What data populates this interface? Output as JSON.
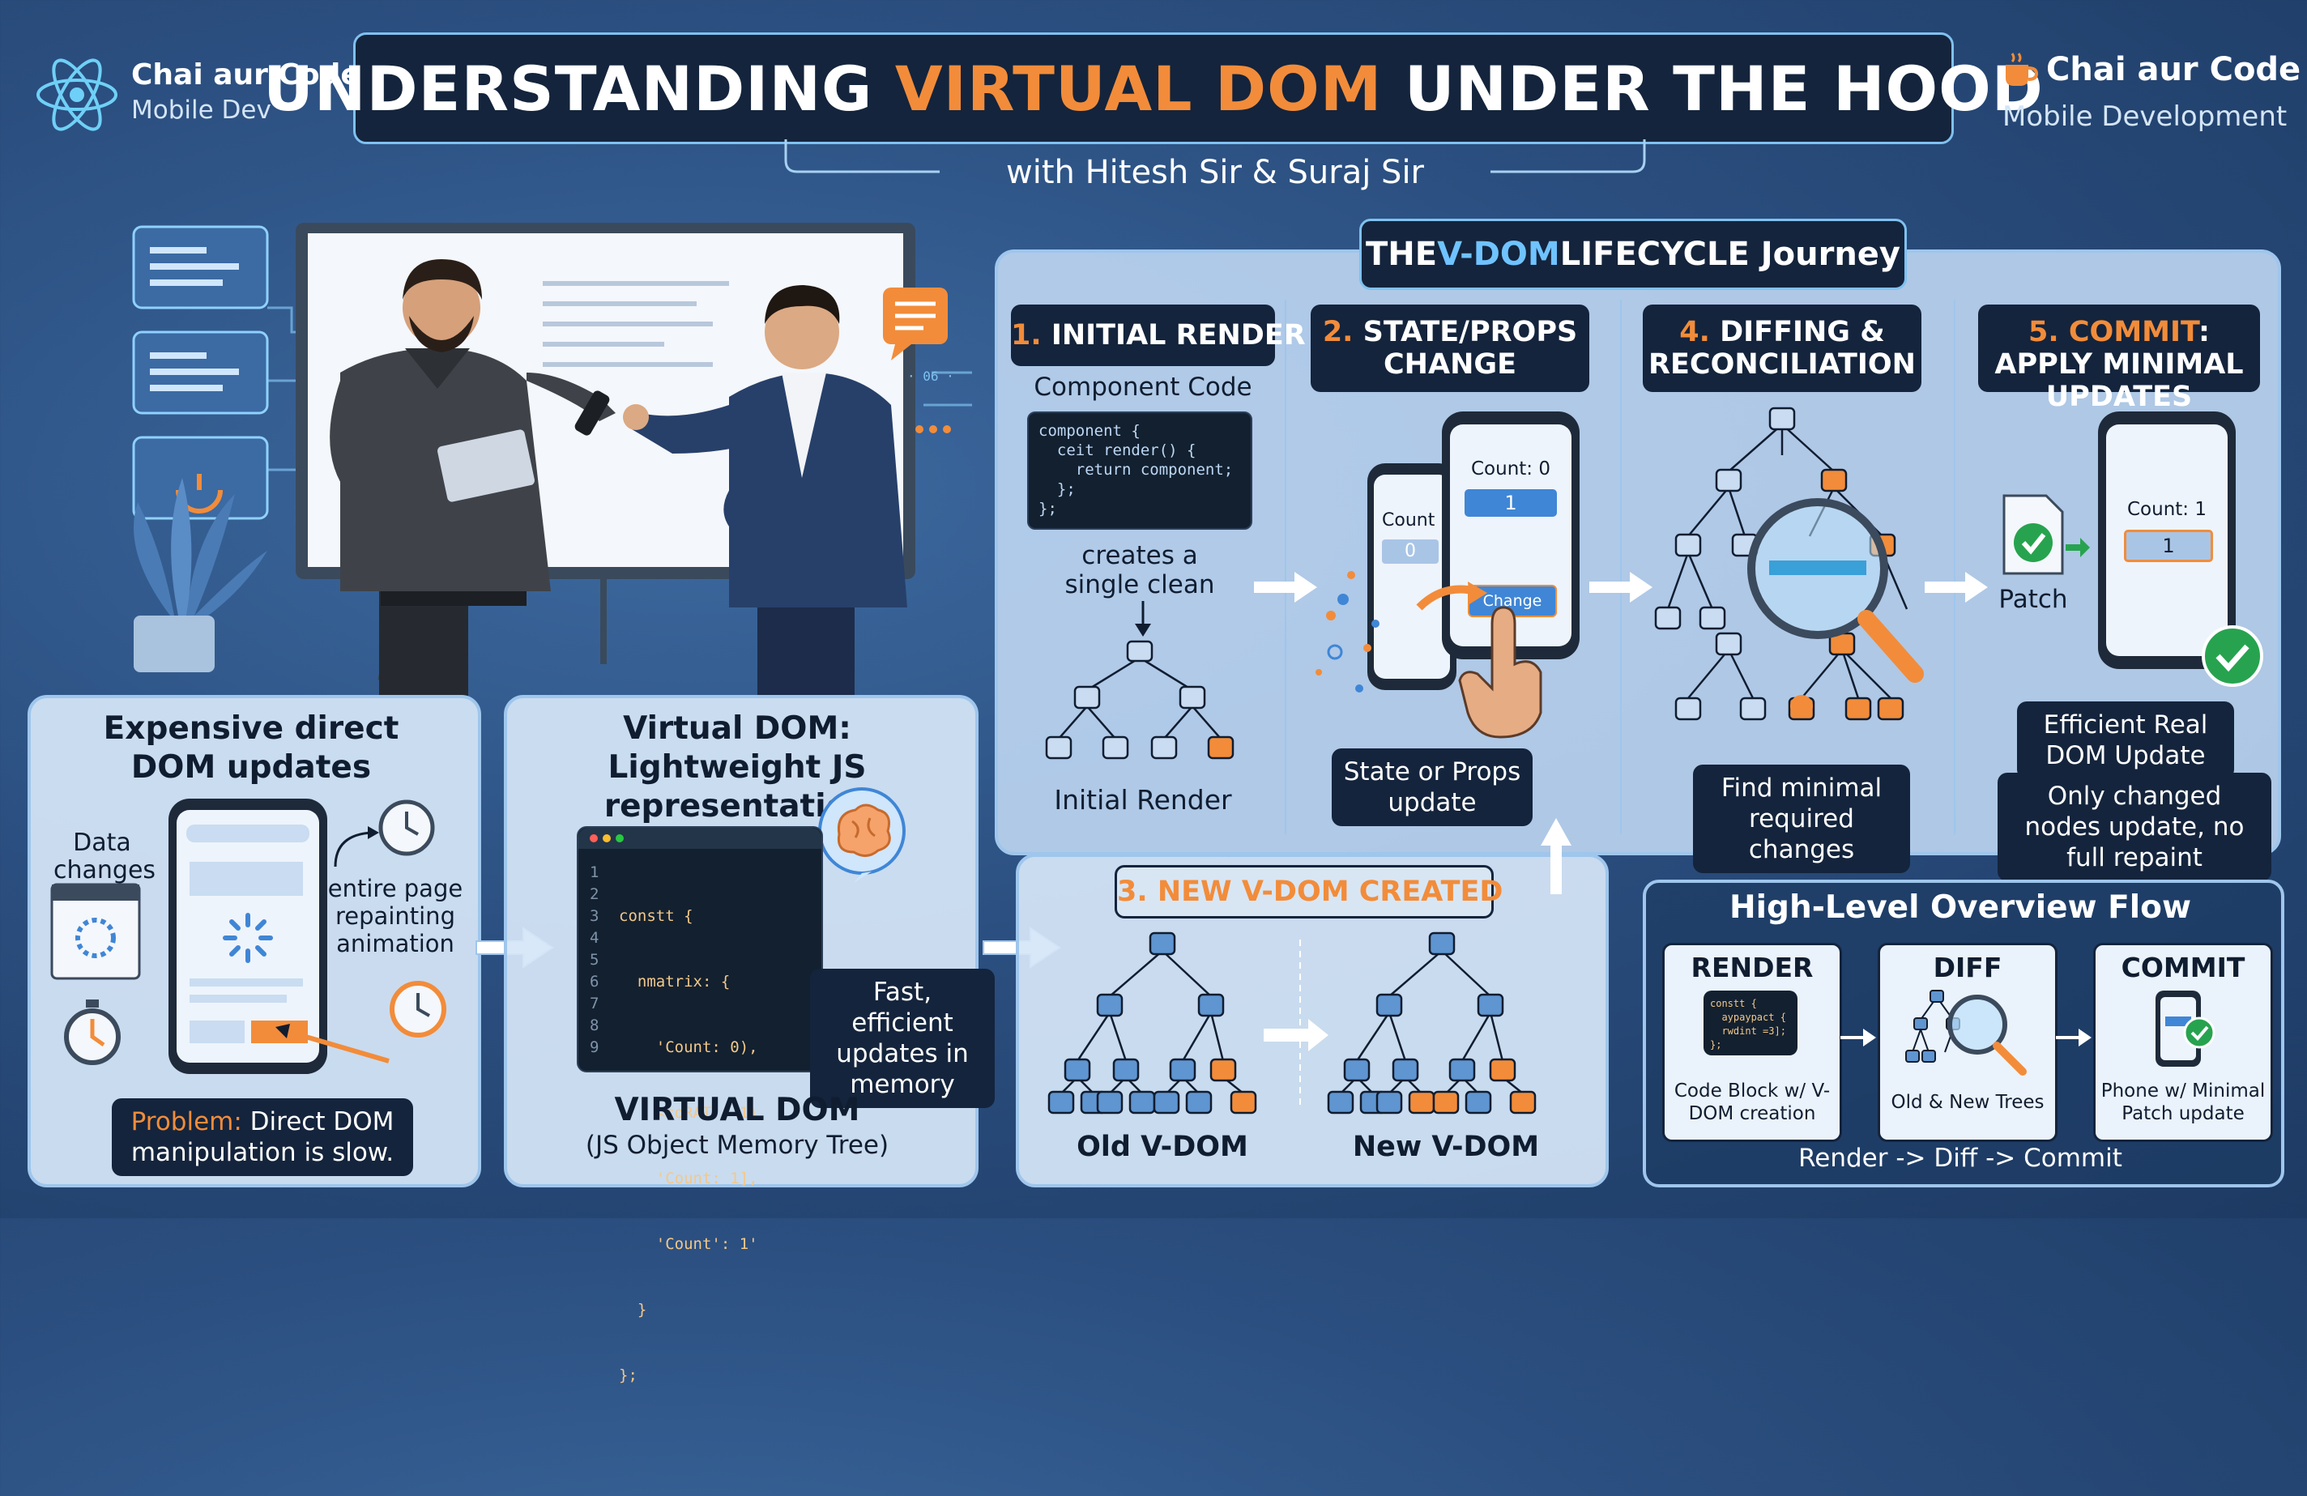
{
  "brand_left": {
    "title": "Chai aur Code",
    "subtitle": "Mobile Dev"
  },
  "brand_right": {
    "title": "Chai aur Code",
    "subtitle": "Mobile Development"
  },
  "title": {
    "part1": "UNDERSTANDING ",
    "highlight": "VIRTUAL DOM",
    "part2": " UNDER THE HOOD"
  },
  "subtitle": "with Hitesh Sir & Suraj Sir",
  "lifecycle": {
    "heading_pre": "THE ",
    "heading_hl": "V-DOM",
    "heading_post": " LIFECYCLE Journey",
    "step1": {
      "num": "1.",
      "label": "INITIAL RENDER",
      "code_label": "Component Code",
      "code": "component {\n  ceit render() {\n    return component;\n  };\n};",
      "caption": "creates a single clean",
      "bottom": "Initial Render"
    },
    "step2": {
      "num": "2.",
      "label": "STATE/PROPS CHANGE",
      "count_label": "Count: 0",
      "count_value": "1",
      "back_label": "Count",
      "back_value": "0",
      "button": "Change",
      "caption": "State or Props update"
    },
    "step4": {
      "num": "4.",
      "label": "DIFFING & RECONCILIATION",
      "caption": "Find minimal required changes"
    },
    "step5": {
      "num": "5.",
      "label": "COMMIT",
      "label_rest": ": APPLY MINIMAL UPDATES",
      "patch": "Patch",
      "count_label": "Count: 1",
      "count_value": "1",
      "caption1": "Efficient Real DOM Update",
      "caption2": "Only changed nodes update, no full repaint"
    }
  },
  "expensive": {
    "title": "Expensive direct DOM updates",
    "data_changes": "Data changes",
    "repaint": "entire page repainting animation",
    "problem_hl": "Problem:",
    "problem": " Direct DOM manipulation is slow."
  },
  "virtual": {
    "title": "Virtual DOM: Lightweight JS representation",
    "code_lines": [
      "constt {",
      "  nmatrix: {",
      "    'Count: 0),",
      "    <coRAT': 1),",
      "    'Count: 1],",
      "    'Count': 1'",
      "  }",
      "};",
      ""
    ],
    "line_numbers": [
      "1",
      "2",
      "3",
      "4",
      "5",
      "6",
      "7",
      "8",
      "9"
    ],
    "fast": "Fast, efficient updates in memory",
    "footer": "VIRTUAL DOM",
    "footer_sub": "(JS Object Memory Tree)"
  },
  "new_vdom": {
    "num": "3.",
    "label": "NEW V-DOM CREATED",
    "old": "Old V-DOM",
    "new": "New V-DOM"
  },
  "overview": {
    "title": "High-Level Overview Flow",
    "render": {
      "title": "RENDER",
      "code": "constt {\n  aypaypact {\n  rwdint =3];\n};",
      "caption": "Code Block w/ V-DOM creation"
    },
    "diff": {
      "title": "DIFF",
      "caption": "Old & New Trees"
    },
    "commit": {
      "title": "COMMIT",
      "caption": "Phone w/ Minimal Patch update"
    },
    "flow": "Render -> Diff -> Commit"
  },
  "colors": {
    "accent": "#f28c3a",
    "dark": "#14243c",
    "node_blue": "#5f95d0",
    "node_orange": "#f28c3a",
    "panel": "#d6e6f8"
  }
}
